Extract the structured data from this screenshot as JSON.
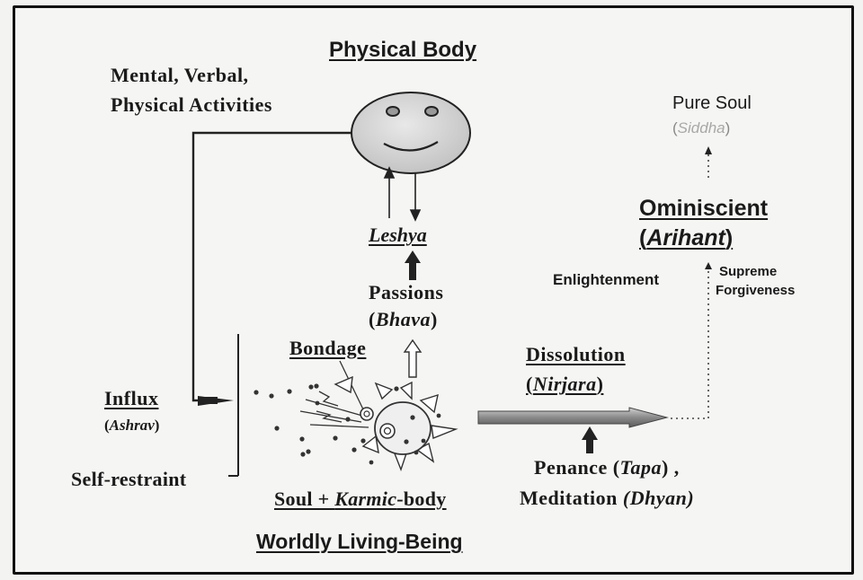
{
  "title_physical_body": "Physical Body",
  "activities": {
    "line1": "Mental, Verbal,",
    "line2": "Physical Activities"
  },
  "leshya": "Leshya",
  "passions": {
    "label": "Passions",
    "sanskrit": "Bhava"
  },
  "bondage": "Bondage",
  "influx": {
    "label": "Influx",
    "sanskrit": "Ashrav"
  },
  "self_restraint": "Self-restraint",
  "soul_karmic": {
    "prefix": "Soul + ",
    "italic": "Karmic",
    "suffix": "-body"
  },
  "worldly_living_being": "Worldly Living-Being",
  "dissolution": {
    "label": "Dissolution",
    "sanskrit": "Nirjara"
  },
  "penance": {
    "label": "Penance (",
    "sanskrit": "Tapa",
    "suffix": ") ,"
  },
  "meditation": {
    "label": "Meditation ",
    "sanskrit": "(Dhyan)"
  },
  "pure_soul": {
    "label": "Pure Soul",
    "sanskrit": "Siddha"
  },
  "omniscient": {
    "label": "Ominiscient",
    "sanskrit": "Arihant"
  },
  "enlightenment": "Enlightenment",
  "supreme_forgiveness": {
    "line1": "Supreme",
    "line2": "Forgiveness"
  }
}
